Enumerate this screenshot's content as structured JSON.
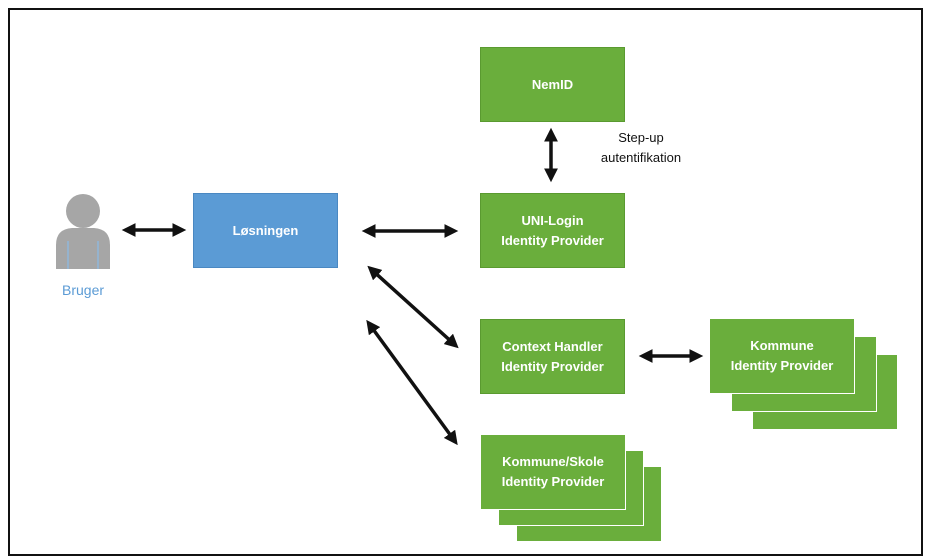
{
  "nodes": {
    "nemid": "NemID",
    "losningen": "Løsningen",
    "unilogin_line1": "UNI-Login",
    "unilogin_line2": "Identity Provider",
    "context_line1": "Context Handler",
    "context_line2": "Identity Provider",
    "kommune_line1": "Kommune",
    "kommune_line2": "Identity Provider",
    "kommune_skole_line1": "Kommune/Skole",
    "kommune_skole_line2": "Identity Provider"
  },
  "user_label": "Bruger",
  "stepup": {
    "line1": "Step-up",
    "line2": "autentifikation"
  },
  "colors": {
    "green": "#6aae3c",
    "blue": "#5b9bd5",
    "user_gray": "#a6a6a6",
    "arrow": "#111111"
  }
}
